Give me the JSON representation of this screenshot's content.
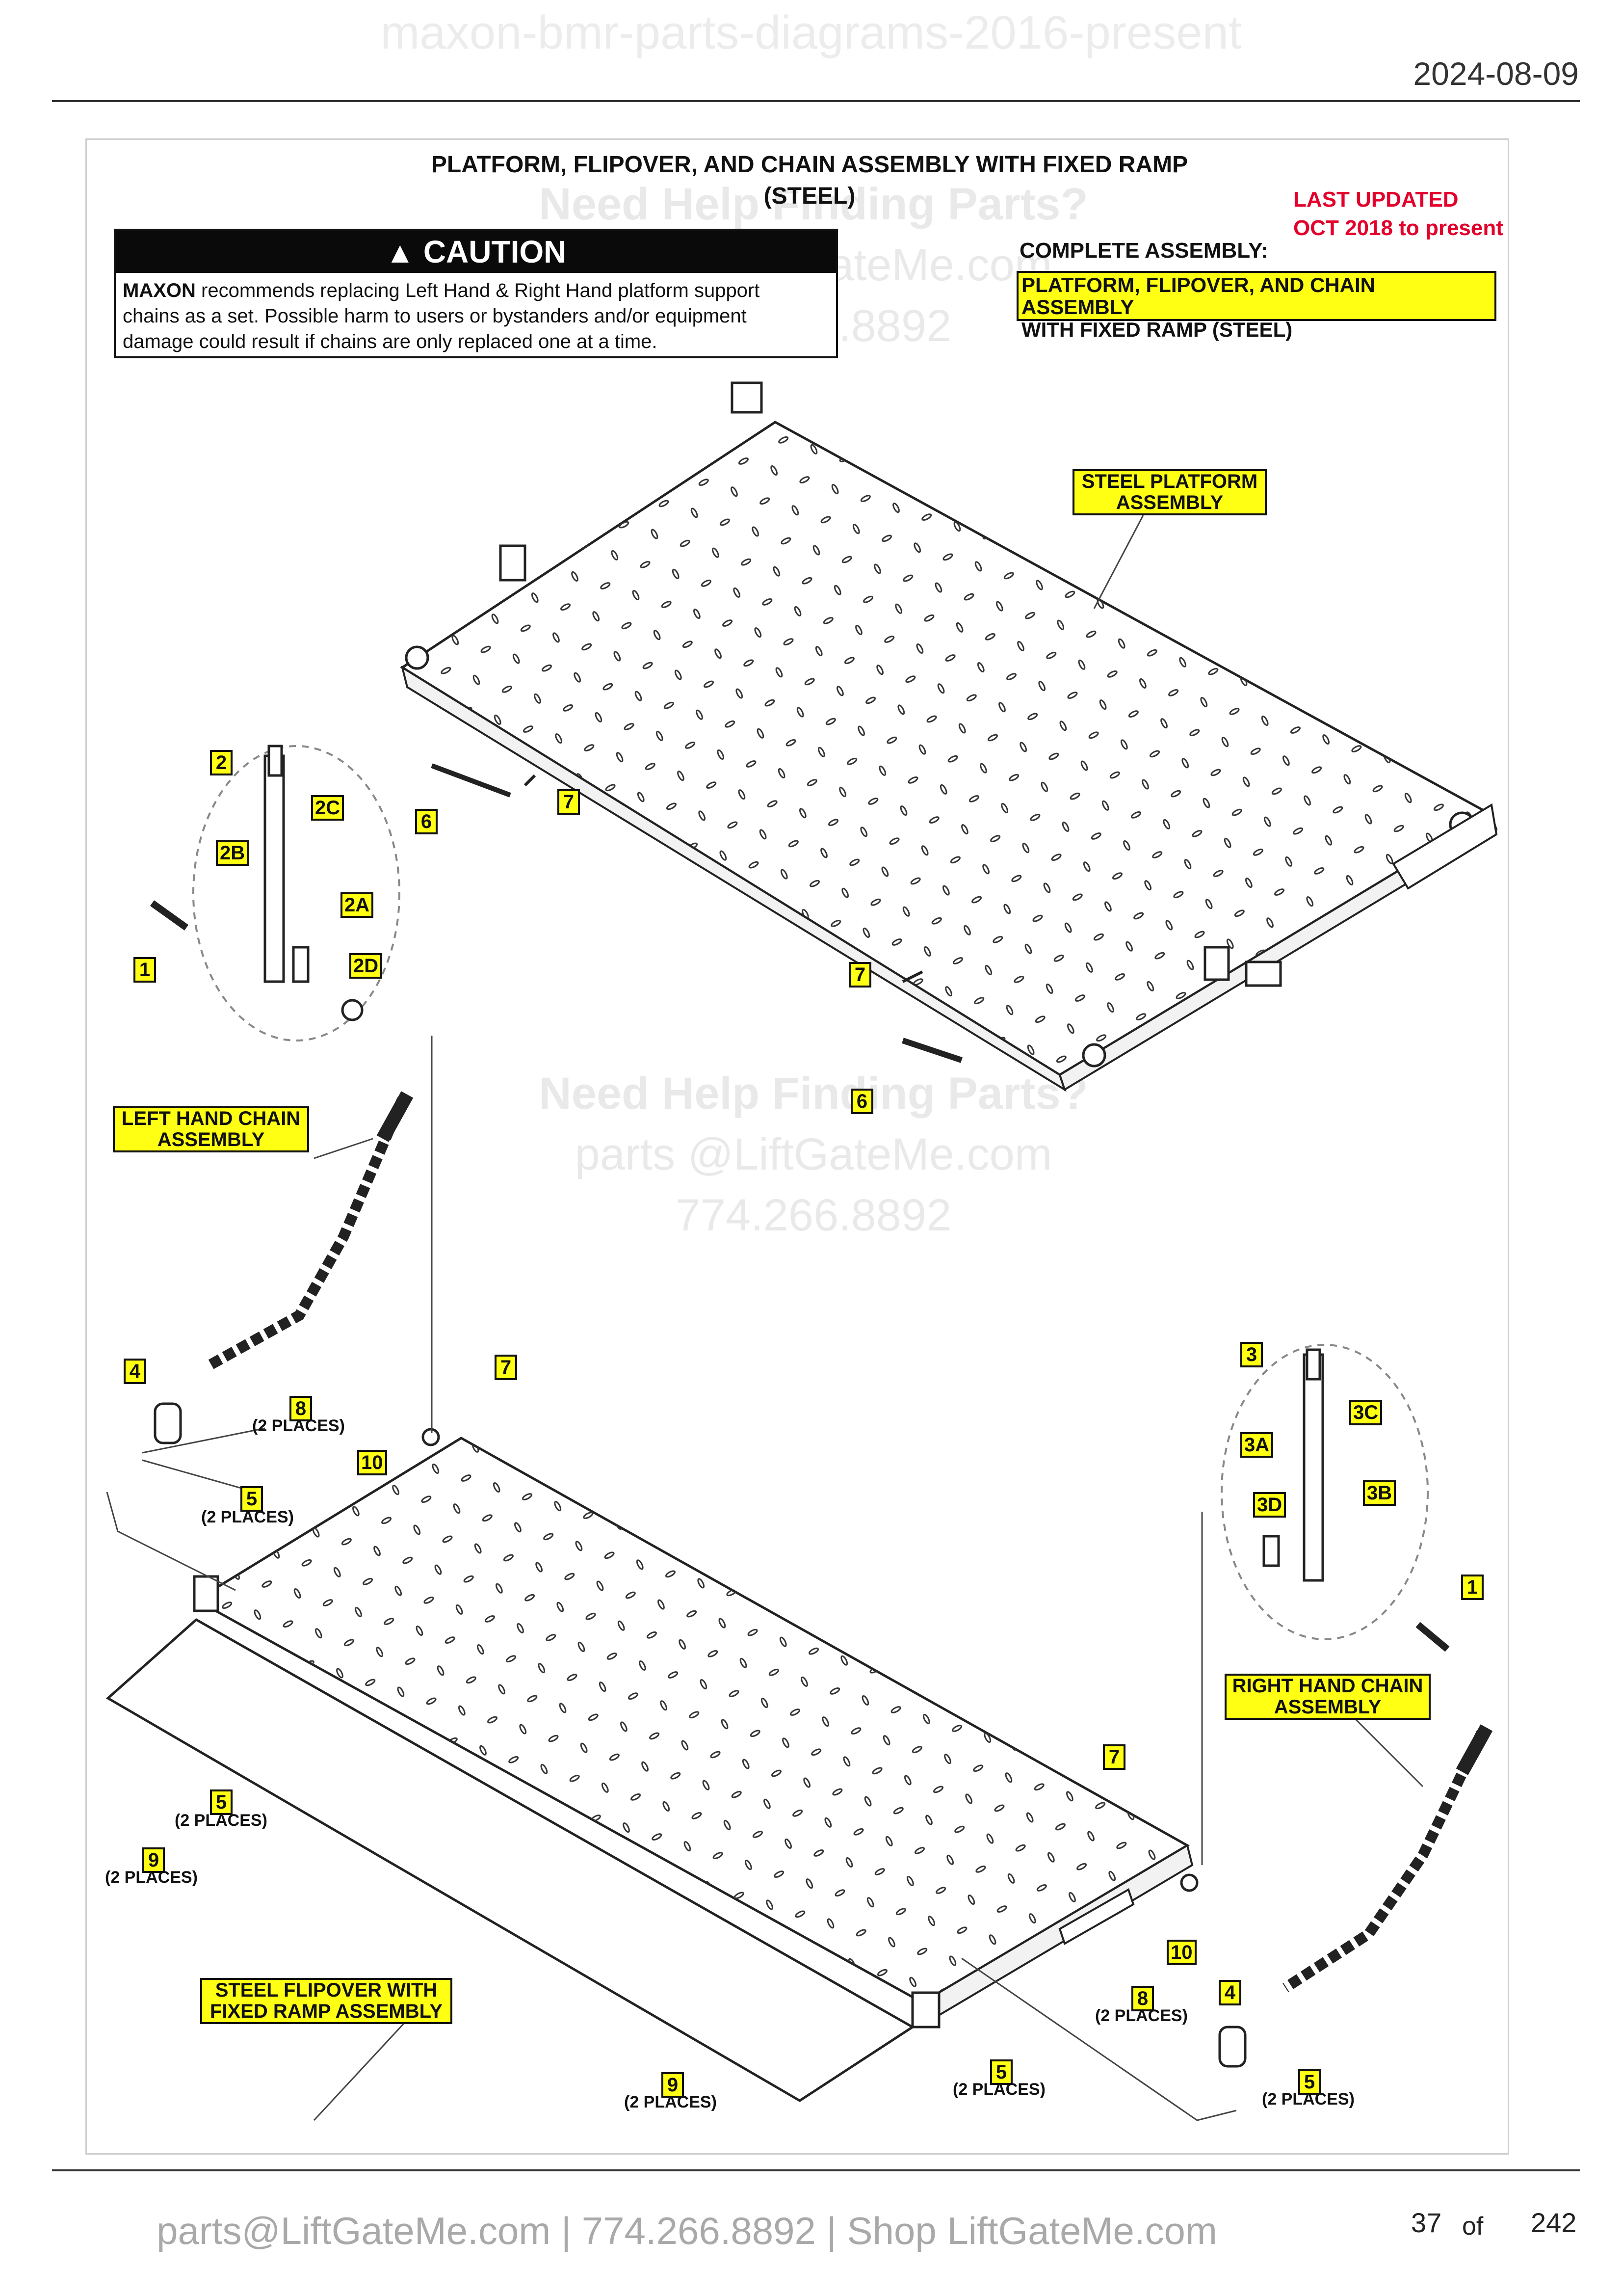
{
  "header": {
    "watermark_url": "maxon-bmr-parts-diagrams-2016-present",
    "date": "2024-08-09"
  },
  "diagram": {
    "title_line1": "PLATFORM, FLIPOVER, AND CHAIN ASSEMBLY WITH FIXED RAMP",
    "title_line2": "(STEEL)",
    "last_updated_line1": "LAST UPDATED",
    "last_updated_line2": "OCT 2018 to present",
    "complete_assembly_label": "COMPLETE ASSEMBLY:",
    "complete_assembly_line1": "PLATFORM, FLIPOVER, AND CHAIN ASSEMBLY",
    "complete_assembly_line2": "WITH FIXED RAMP (STEEL)",
    "caution": {
      "heading": "CAUTION",
      "brand": "MAXON",
      "line1_rest": " recommends replacing Left Hand & Right Hand platform support",
      "line2": "chains as a set. Possible harm to users or bystanders and/or equipment",
      "line3": "damage could result if chains are only replaced one at a time."
    },
    "assemblies": {
      "steel_platform_line1": "STEEL PLATFORM",
      "steel_platform_line2": "ASSEMBLY",
      "left_chain_line1": "LEFT HAND CHAIN",
      "left_chain_line2": "ASSEMBLY",
      "right_chain_line1": "RIGHT HAND CHAIN",
      "right_chain_line2": "ASSEMBLY",
      "flipover_line1": "STEEL FLIPOVER WITH",
      "flipover_line2": "FIXED RAMP ASSEMBLY"
    },
    "callouts": {
      "c2": "2",
      "c2c": "2C",
      "c2b": "2B",
      "c2a": "2A",
      "c1a": "1",
      "c2d": "2D",
      "c6a": "6",
      "c7a": "7",
      "c7b": "7",
      "c6b": "6",
      "c4a": "4",
      "c8a": "8",
      "c10a": "10",
      "c5a": "5",
      "c7c": "7",
      "c3": "3",
      "c3c": "3C",
      "c3a": "3A",
      "c3b": "3B",
      "c3d": "3D",
      "c1b": "1",
      "c5b": "5",
      "c9a": "9",
      "c7d": "7",
      "c10b": "10",
      "c8b": "8",
      "c4b": "4",
      "c9b": "9",
      "c5c": "5",
      "c5d": "5"
    },
    "places_text": "(2 PLACES)",
    "watermarks": {
      "help": "Need Help Finding Parts?",
      "email": "parts @LiftGateMe.com",
      "phone": "774.266.8892"
    }
  },
  "footer": {
    "contact": "parts@LiftGateMe.com | 774.266.8892 | Shop LiftGateMe.com",
    "page_current": "37",
    "page_of": "of",
    "page_total": "242"
  }
}
